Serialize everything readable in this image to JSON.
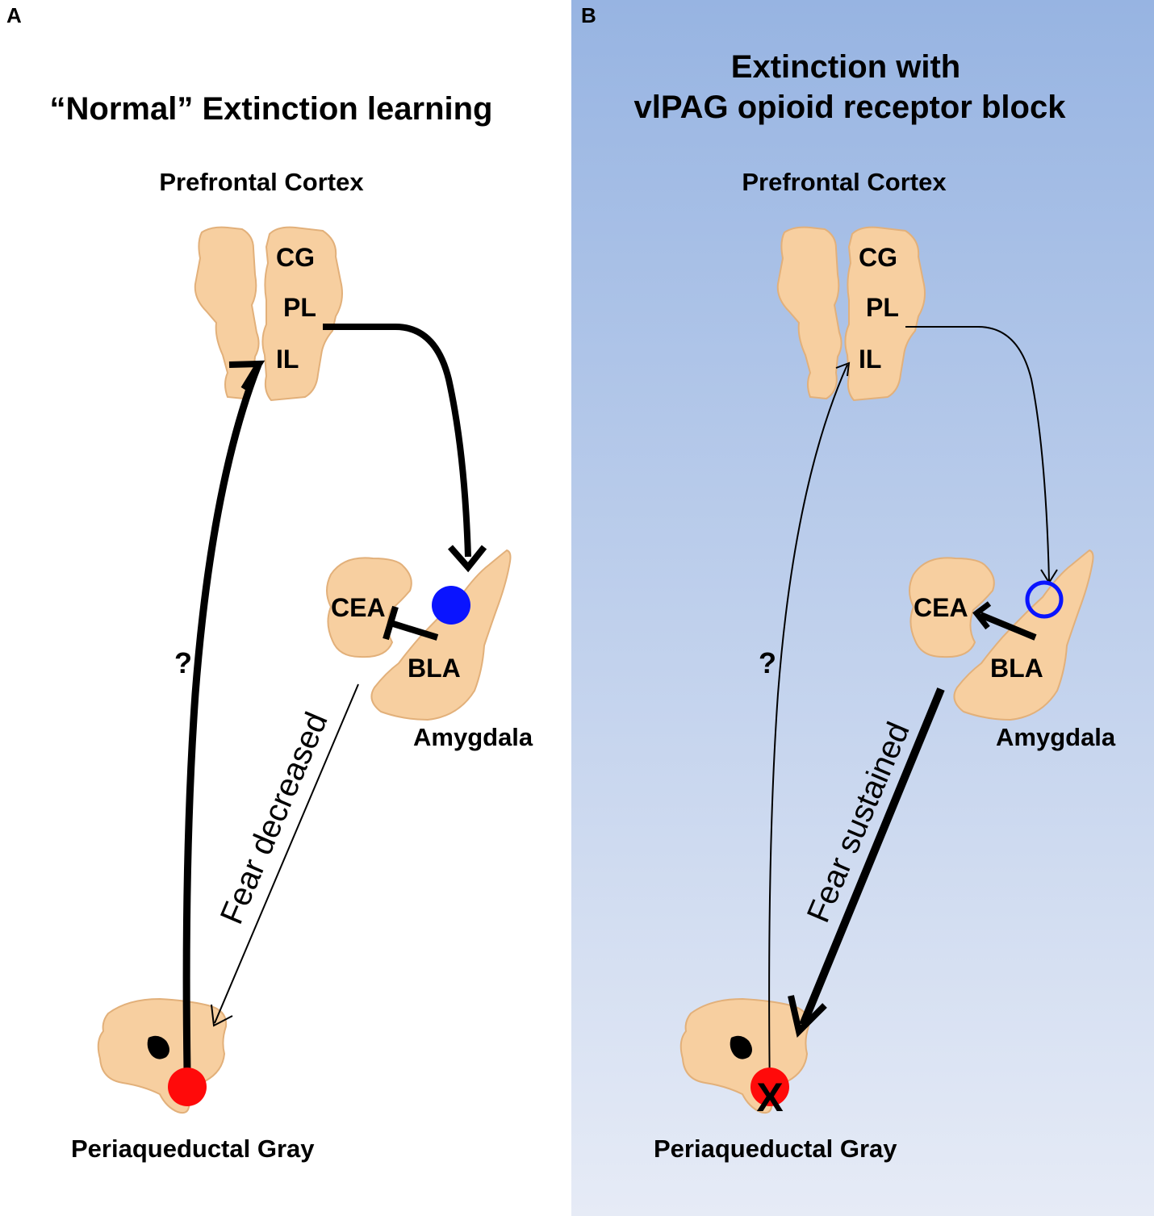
{
  "panel_a": {
    "letter": "A",
    "title": "“Normal” Extinction learning",
    "prefrontal_label": "Prefrontal Cortex",
    "cg": "CG",
    "pl": "PL",
    "il": "IL",
    "cea": "CEA",
    "bla": "BLA",
    "amygdala_label": "Amygdala",
    "pag_label": "Periaqueductal Gray",
    "question": "?",
    "fear_label": "Fear decreased"
  },
  "panel_b": {
    "letter": "B",
    "title_line1": "Extinction with",
    "title_line2": "vlPAG opioid receptor block",
    "prefrontal_label": "Prefrontal Cortex",
    "cg": "CG",
    "pl": "PL",
    "il": "IL",
    "cea": "CEA",
    "bla": "BLA",
    "amygdala_label": "Amygdala",
    "pag_label": "Periaqueductal Gray",
    "question": "?",
    "fear_label": "Fear sustained",
    "block_mark": "X"
  },
  "colors": {
    "panel_b_top": "#97b4e2",
    "panel_b_bottom": "#e6ebf6",
    "tissue": "#f7cfa0",
    "blue_marker": "#0a14ff",
    "red_marker": "#ff0a0a"
  }
}
